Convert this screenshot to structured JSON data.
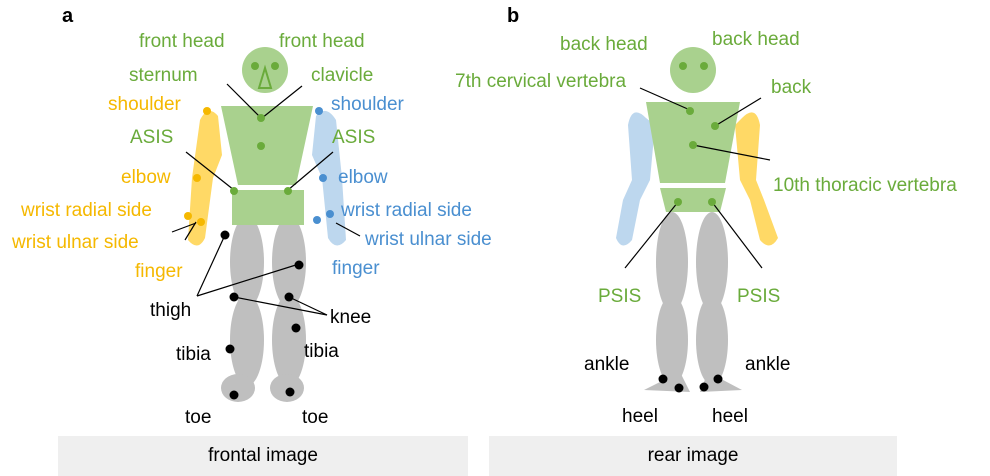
{
  "panels": {
    "a": "a",
    "b": "b"
  },
  "captions": {
    "front": "frontal image",
    "rear": "rear image"
  },
  "colors": {
    "green": "#6aab3b",
    "yellow": "#f5b800",
    "blue": "#4a8fd0",
    "black": "#000000",
    "body_green": "#a9d18e",
    "limb_yellow": "#ffd966",
    "limb_blue": "#bdd7ee",
    "leg_gray": "#bfbfbf"
  },
  "front_labels": {
    "front_head_left": "front head",
    "front_head_right": "front head",
    "sternum": "sternum",
    "clavicle": "clavicle",
    "shoulder_left": "shoulder",
    "shoulder_right": "shoulder",
    "asis_left": "ASIS",
    "asis_right": "ASIS",
    "elbow_left": "elbow",
    "elbow_right": "elbow",
    "wrist_radial_left": "wrist radial side",
    "wrist_radial_right": "wrist radial side",
    "wrist_ulnar_left": "wrist ulnar side",
    "wrist_ulnar_right": "wrist ulnar side",
    "finger_left": "finger",
    "finger_right": "finger",
    "thigh": "thigh",
    "knee": "knee",
    "tibia_left": "tibia",
    "tibia_right": "tibia",
    "toe_left": "toe",
    "toe_right": "toe"
  },
  "rear_labels": {
    "back_head_left": "back head",
    "back_head_right": "back head",
    "c7": "7th cervical vertebra",
    "back": "back",
    "t10": "10th thoracic vertebra",
    "psis_left": "PSIS",
    "psis_right": "PSIS",
    "ankle_left": "ankle",
    "ankle_right": "ankle",
    "heel_left": "heel",
    "heel_right": "heel"
  }
}
